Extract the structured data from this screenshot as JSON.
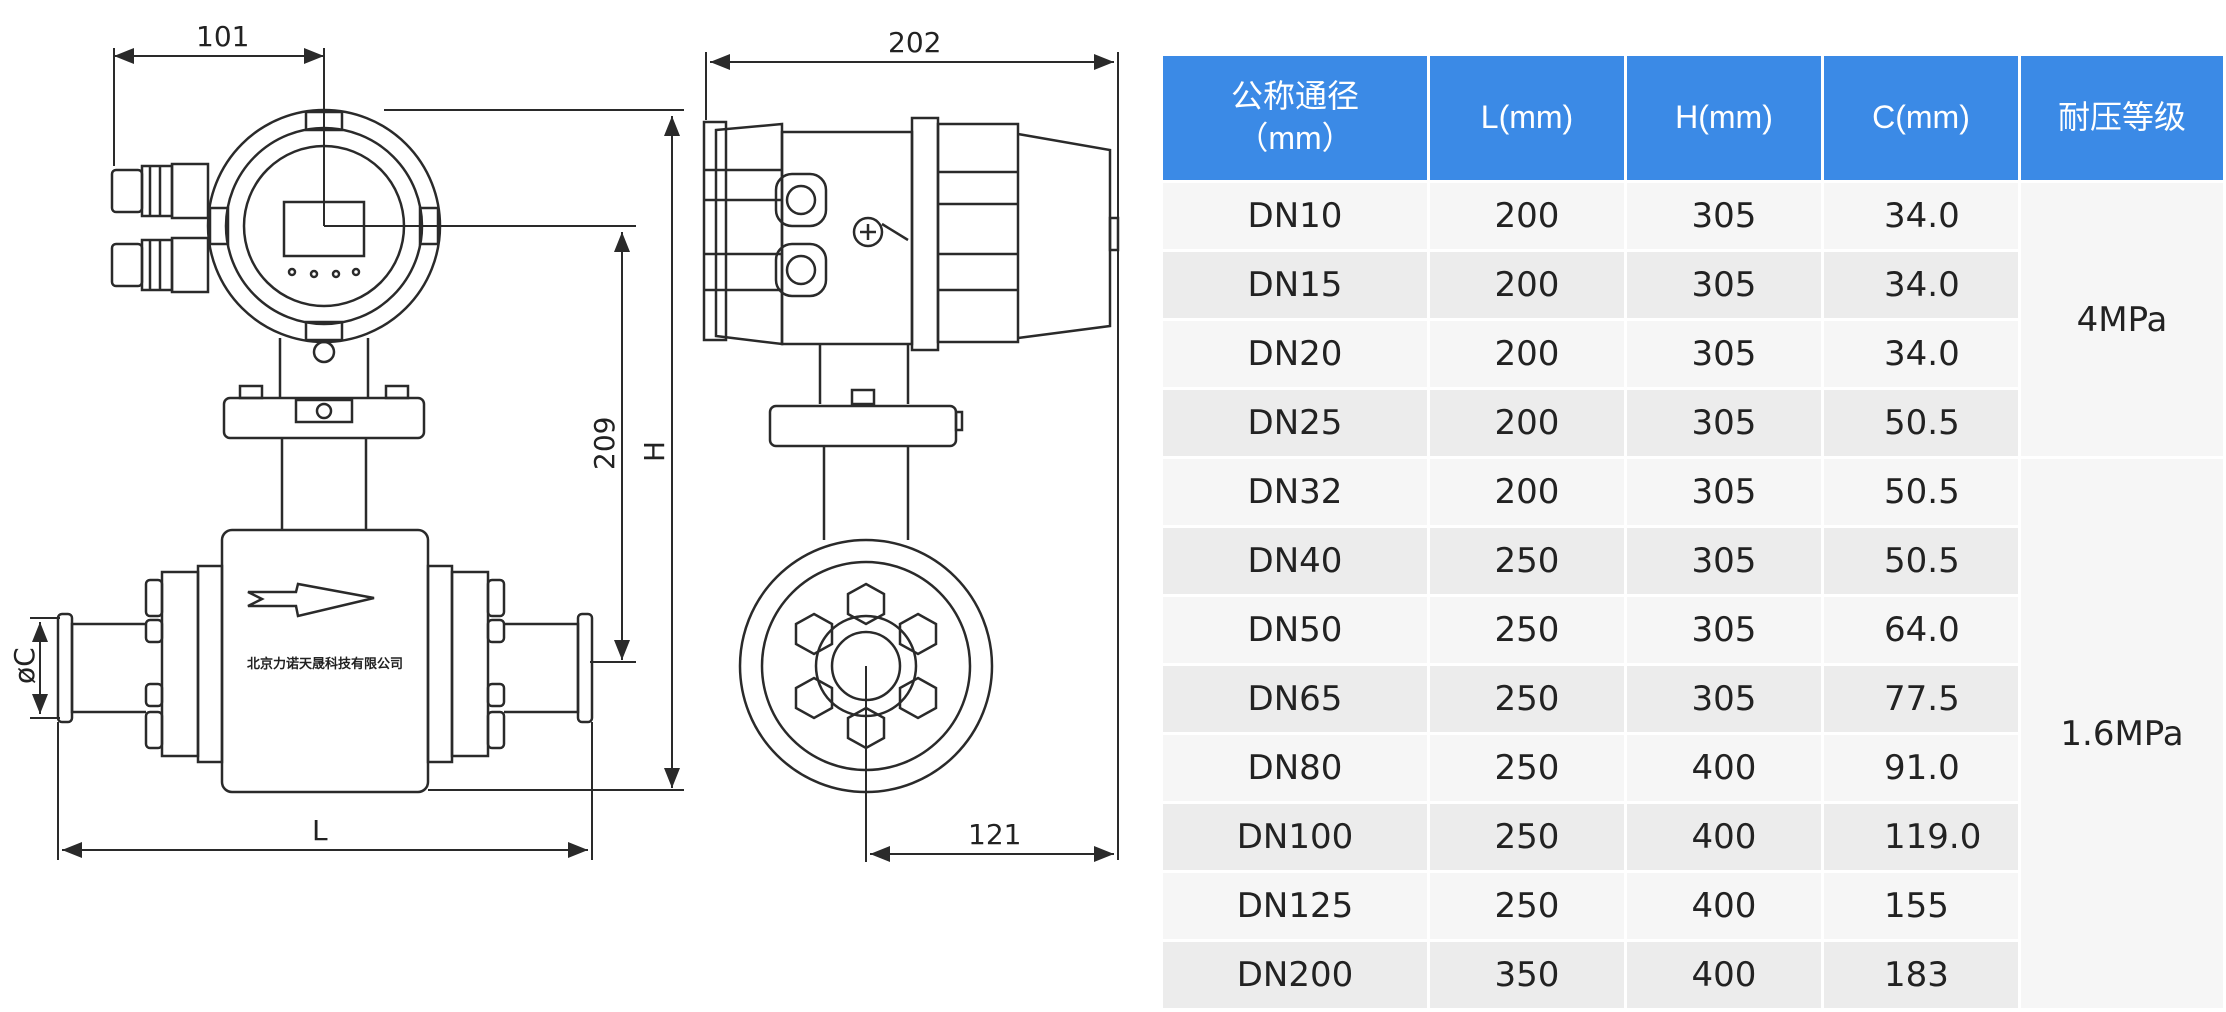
{
  "dimensions": {
    "front_width": "101",
    "height_209": "209",
    "height_H": "H",
    "diameter_C": "øC",
    "length_L": "L",
    "side_width": "202",
    "side_offset": "121"
  },
  "company_plate": "北京力诺天晟科技有限公司",
  "table": {
    "headers": [
      "公称通径\n（mm）",
      "L(mm)",
      "H(mm)",
      "C(mm)",
      "耐压等级"
    ],
    "rows": [
      [
        "DN10",
        "200",
        "305",
        "34.0"
      ],
      [
        "DN15",
        "200",
        "305",
        "34.0"
      ],
      [
        "DN20",
        "200",
        "305",
        "34.0"
      ],
      [
        "DN25",
        "200",
        "305",
        "50.5"
      ],
      [
        "DN32",
        "200",
        "305",
        "50.5"
      ],
      [
        "DN40",
        "250",
        "305",
        "50.5"
      ],
      [
        "DN50",
        "250",
        "305",
        "64.0"
      ],
      [
        "DN65",
        "250",
        "305",
        "77.5"
      ],
      [
        "DN80",
        "250",
        "400",
        "91.0"
      ],
      [
        "DN100",
        "250",
        "400",
        "119.0"
      ],
      [
        "DN125",
        "250",
        "400",
        "155"
      ],
      [
        "DN200",
        "350",
        "400",
        "183"
      ]
    ],
    "pressure_groups": [
      {
        "label": "4MPa",
        "span": 4
      },
      {
        "label": "1.6MPa",
        "span": 8
      }
    ]
  },
  "colors": {
    "header_bg": "#3b8ae6",
    "header_text": "#ffffff",
    "row_light": "#f6f6f6",
    "row_dark": "#ececec",
    "line": "#2a2a2a"
  }
}
